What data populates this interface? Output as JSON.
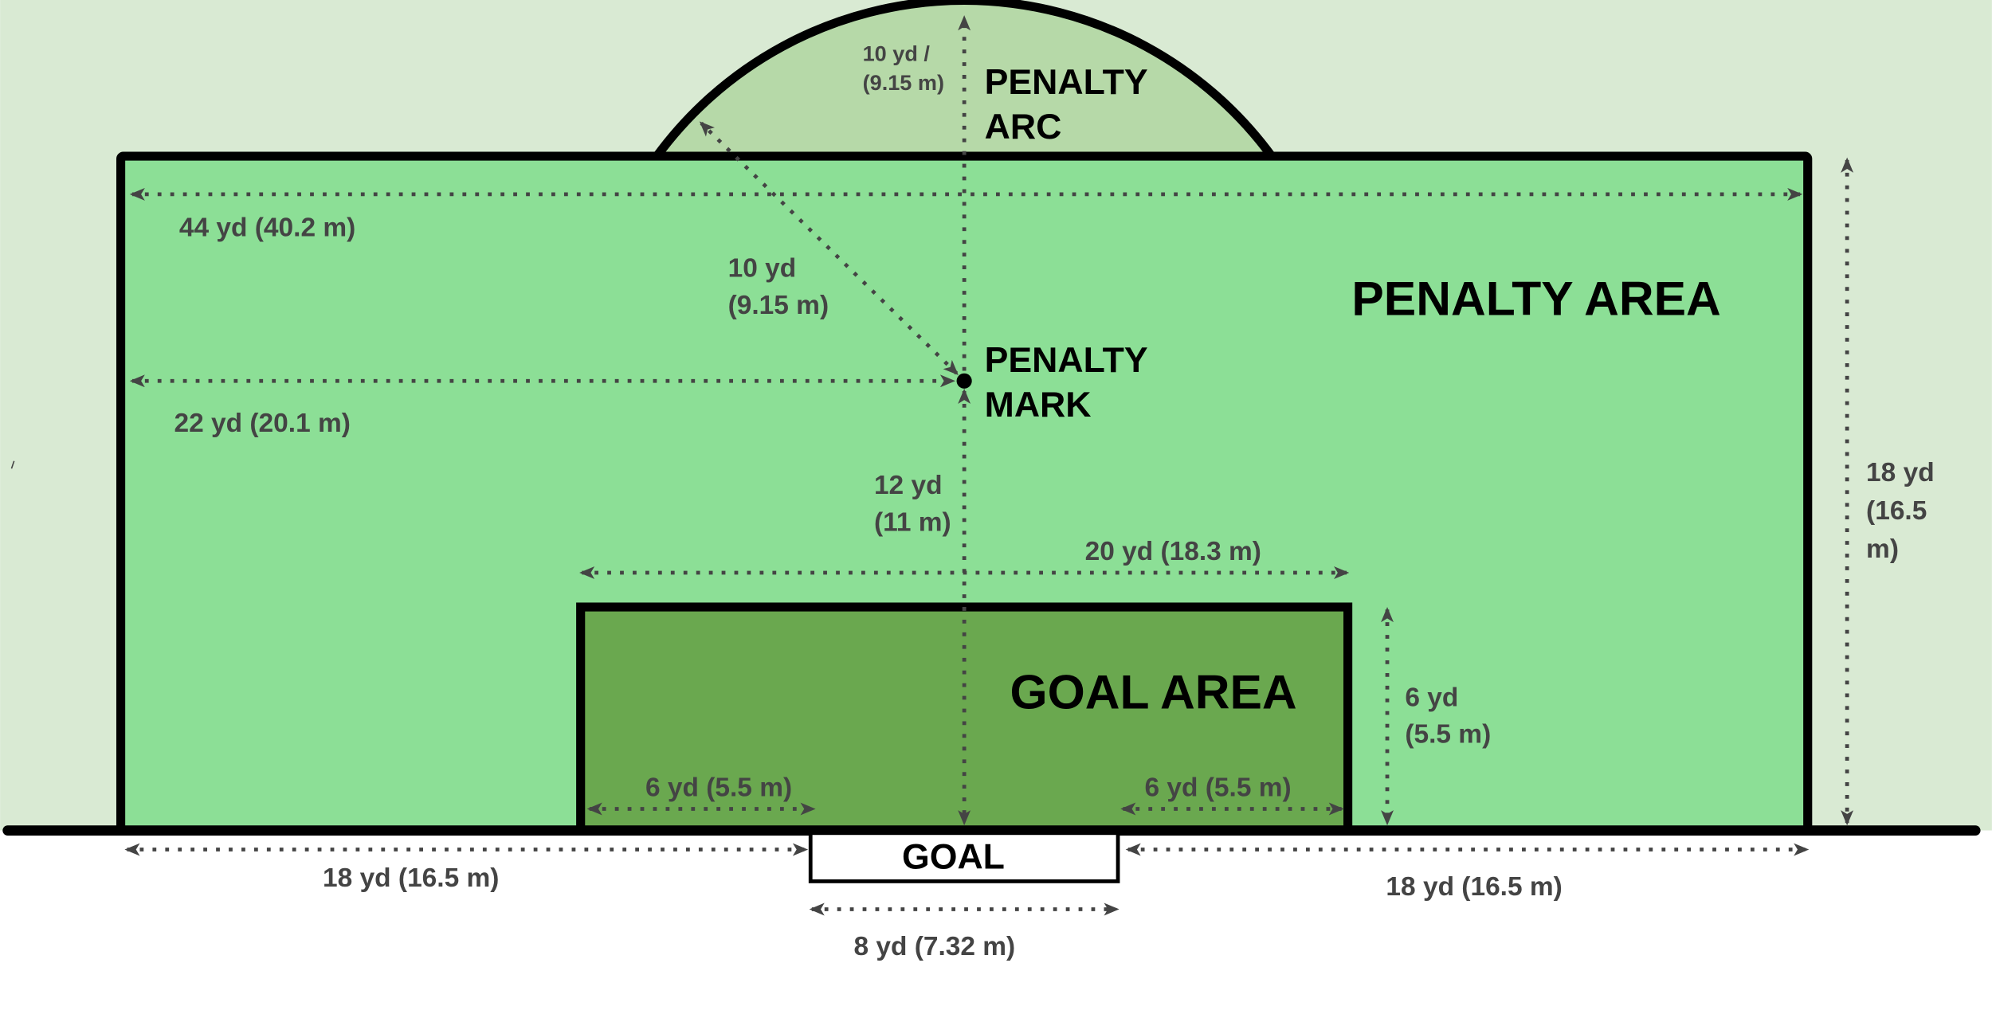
{
  "colors": {
    "upper_background": "#d9ead3",
    "lower_background": "#ffffff",
    "penalty_area_fill": "#8cdf96",
    "penalty_arc_fill": "#b6d9a8",
    "goal_area_fill": "#6aa84f",
    "line": "#000000",
    "dimension": "#444444",
    "goal_fill": "#ffffff"
  },
  "labels": {
    "penalty_arc": [
      "PENALTY",
      "ARC"
    ],
    "penalty_area": "PENALTY AREA",
    "penalty_mark": [
      "PENALTY",
      "MARK"
    ],
    "goal_area": "GOAL AREA",
    "goal": "GOAL"
  },
  "dimensions": {
    "arc_radius": [
      "10 yd /",
      "(9.15 m)"
    ],
    "penalty_area_width": "44 yd (40.2 m)",
    "mark_to_arc": [
      "10 yd",
      "(9.15 m)"
    ],
    "mark_to_side": "22 yd (20.1 m)",
    "mark_to_goal_line": [
      "12 yd",
      "(11 m)"
    ],
    "goal_area_width": "20 yd (18.3 m)",
    "penalty_area_depth": [
      "18 yd",
      "(16.5",
      "m)"
    ],
    "goal_area_depth": [
      "6 yd",
      "(5.5 m)"
    ],
    "goal_area_side_left": "6 yd (5.5 m)",
    "goal_area_side_right": "6 yd (5.5 m)",
    "left_offset": "18 yd (16.5 m)",
    "right_offset": "18 yd (16.5 m)",
    "goal_width": "8 yd (7.32 m)"
  }
}
